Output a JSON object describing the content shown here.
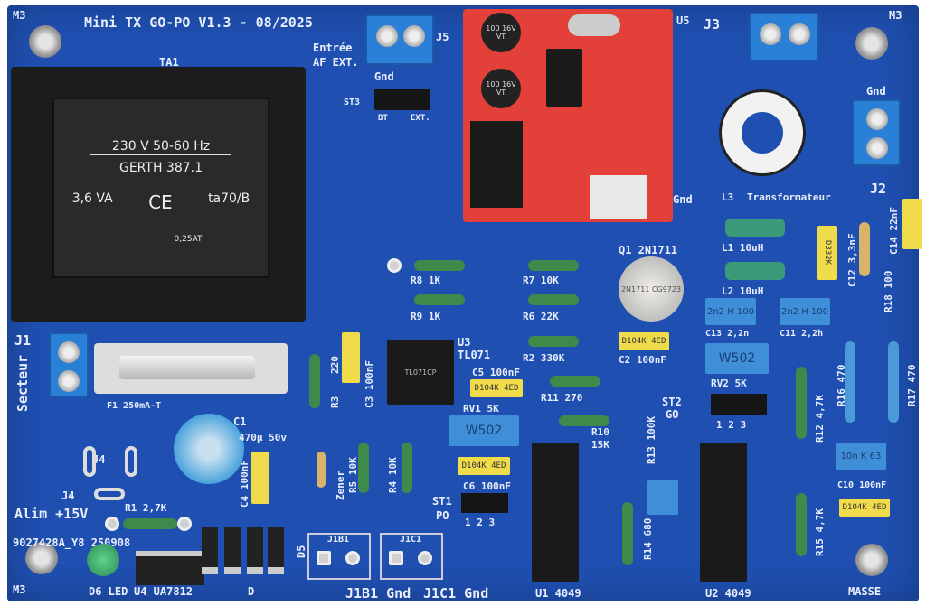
{
  "title": "Mini TX GO-PO V1.3 - 08/2025",
  "serial": "9027428A_Y8 250908",
  "transformer": {
    "ref": "TA1",
    "line1": "230 V 50-60 Hz",
    "line2": "GERTH 387.1",
    "power": "3,6 VA",
    "ce": "CE",
    "temp": "ta70/B",
    "fuse": "0,25AT"
  },
  "labels": {
    "m3_tl": "M3",
    "m3_tr": "M3",
    "m3_bl": "M3",
    "masse": "MASSE",
    "entree": "Entrée",
    "af_ext": "AF EXT.",
    "j5": "J5",
    "gnd_j5": "Gnd",
    "st3": "ST3",
    "bt": "BT",
    "ext": "EXT.",
    "u5": "U5",
    "j3": "J3",
    "gnd_j2": "Gnd",
    "j2": "J2",
    "l3": "L3",
    "transformateur": "Transformateur",
    "gnd_u5": "Gnd",
    "j1": "J1",
    "secteur": "Secteur",
    "f1": "F1 250mA-T",
    "c1": "C1",
    "c1_val": "470µ 50v",
    "j4": "J4",
    "alim": "Alim +15V",
    "r1": "R1  2,7K",
    "d6": "D6 LED",
    "u4": "U4 UA7812",
    "d": "D",
    "d5": "D5",
    "j1b1": "J1B1",
    "j1c1": "J1C1",
    "j1b1_gnd": "J1B1 Gnd",
    "j1c1_gnd": "J1C1 Gnd",
    "r8": "R8   1K",
    "r9": "R9   1K",
    "r7": "R7  10K",
    "r6": "R6  22K",
    "u3": "U3",
    "tl071": "TL071",
    "r2": "R2   330K",
    "c2": "C2 100nF",
    "c5": "C5 100nF",
    "rv1": "RV1 5K",
    "r11": "R11  270",
    "r10": "R10",
    "r10_val": "15K",
    "r13": "R13  100K",
    "st2": "ST2",
    "go": "GO",
    "pins": "1 2 3",
    "c6": "C6 100nF",
    "st1": "ST1",
    "po": "PO",
    "pins1": "1 2 3",
    "r3": "R3",
    "r3_val": "220",
    "c3": "C3 100nF",
    "r5": "R5  10K",
    "r4": "R4  10K",
    "zener": "Zener",
    "c4": "C4 100nF",
    "q1": "Q1  2N1711",
    "l1": "L1    10uH",
    "l2": "L2    10uH",
    "c12": "C12 3,3nF",
    "c14": "C14 22nF",
    "r18": "R18  100",
    "c13": "C13  2,2n",
    "c11": "C11  2,2h",
    "rv2": "RV2  5K",
    "r16": "R16  470",
    "r17": "R17  470",
    "r12": "R12  4,7K",
    "r15": "R15  4,7K",
    "c10": "C10 100nF",
    "u1": "U1 4049",
    "u2": "U2 4049",
    "r14": "R14  680"
  },
  "module": {
    "cap1": "100 16V VT",
    "cap2": "100 16V VT"
  },
  "parts": {
    "mkt": "D104K 4ED",
    "c12_mark": "D332K",
    "bcap": "2n2 H 100",
    "trim": "W502",
    "c10_mark": "10n K 63",
    "q1_mark": "2N1711 CG9723",
    "ic_mark": "TL071CP"
  }
}
